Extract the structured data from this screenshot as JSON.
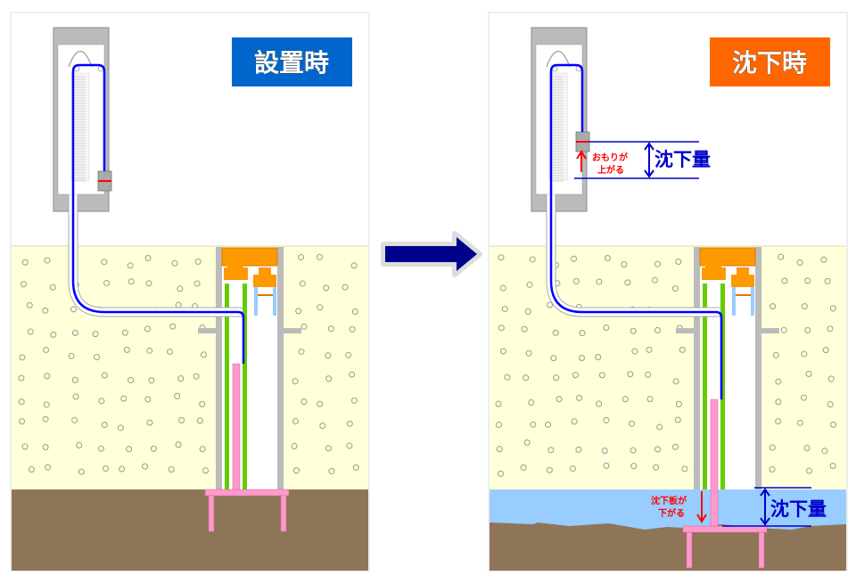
{
  "diagram": {
    "arrow": {
      "icon": "right-arrow-icon",
      "color": "#00008B"
    },
    "panels": [
      {
        "id": "installation",
        "label": "設置時",
        "label_bg": "#0066CC",
        "label_fg": "#FFFFFF"
      },
      {
        "id": "settlement",
        "label": "沈下時",
        "label_bg": "#FF6600",
        "label_fg": "#FFFFFF",
        "weight_note": [
          "おもりが",
          "上がる"
        ],
        "plate_note": [
          "沈下板が",
          "下がる"
        ],
        "settlement_label_top": "沈下量",
        "settlement_label_bottom": "沈下量"
      }
    ],
    "colors": {
      "sky": "#FFFFFF",
      "soil_fill": "#FFFFD9",
      "ground_base": "#8F7558",
      "water": "#99CCFF",
      "pipe_blue": "#0000FF",
      "measure_line": "#0000CC",
      "rod_pink": "#FF99CC",
      "casing_green": "#66CC00",
      "cap_orange": "#FF9900",
      "gray_frame": "#BBBBBB",
      "note_red": "#FF0000"
    }
  }
}
